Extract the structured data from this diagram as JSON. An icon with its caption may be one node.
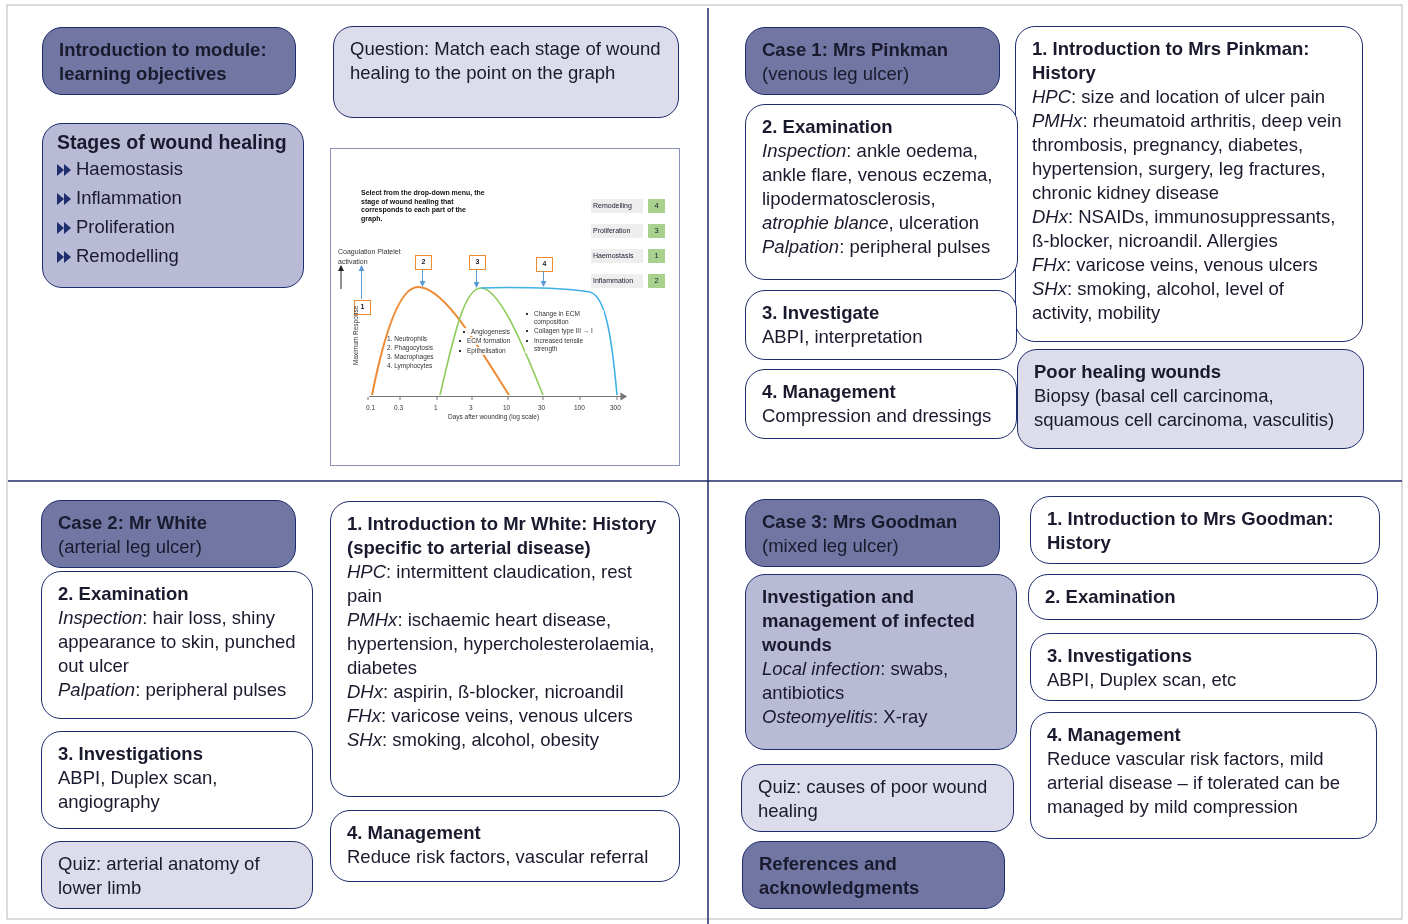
{
  "diagram": {
    "nodes": [
      {
        "text": [
          "Introduction to module: learning objectives"
        ]
      },
      {
        "text": [
          "Question: Match each stage of wound healing to the point on the graph"
        ]
      },
      {
        "text": [
          "Stages of wound healing",
          "Haemostasis",
          "Inflammation",
          "Proliferation",
          "Remodelling"
        ]
      },
      {
        "text": [
          "Select from the drop-down menu, the stage of wound healing that corresponds to each part of the graph."
        ]
      },
      {
        "text": [
          "Remodelling"
        ],
        "in": 3
      },
      {
        "text": [
          "4"
        ],
        "in": 3
      },
      {
        "text": [
          "Proliferation"
        ],
        "in": 3
      },
      {
        "text": [
          "3"
        ],
        "in": 3
      },
      {
        "text": [
          "Haemostasis"
        ],
        "in": 3
      },
      {
        "text": [
          "1"
        ],
        "in": 3
      },
      {
        "text": [
          "Inflammation"
        ],
        "in": 3
      },
      {
        "text": [
          "2"
        ],
        "in": 3
      },
      {
        "text": [
          "Coagulation Platelet activation"
        ],
        "in": 3
      },
      {
        "text": [
          "2"
        ],
        "in": 3
      },
      {
        "text": [
          "3"
        ],
        "in": 3
      },
      {
        "text": [
          "4"
        ],
        "in": 3
      },
      {
        "text": [
          "1"
        ],
        "in": 3
      },
      {
        "text": [
          "Case 1: Mrs Pinkman",
          "(venous leg ulcer)"
        ]
      },
      {
        "text": [
          "1. Introduction to Mrs Pinkman: History",
          "*HPC*: size and location of ulcer pain",
          "*PMHx*: rheumatoid arthritis, deep vein thrombosis, pregnancy, diabetes, hypertension, surgery, leg fractures, chronic kidney disease",
          "*DHx*: NSAIDs, immunosuppressants, ß-blocker, nicroandil. Allergies",
          "*FHx*: varicose veins, venous ulcers",
          "*SHx*: smoking, alcohol, level of activity, mobility"
        ]
      },
      {
        "text": [
          "2. Examination",
          "*Inspection*: ankle oedema, ankle flare, venous eczema, lipodermatosclerosis, *atrophie blance*, ulceration",
          "*Palpation*: peripheral pulses"
        ]
      },
      {
        "text": [
          "3. Investigate",
          "ABPI, interpretation"
        ]
      },
      {
        "text": [
          "4. Management",
          "Compression and dressings"
        ]
      },
      {
        "text": [
          "Poor healing wounds",
          "Biopsy (basal cell carcinoma, squamous cell carcinoma, vasculitis)"
        ]
      },
      {
        "text": [
          "Case 2: Mr White",
          "(arterial leg ulcer)"
        ]
      },
      {
        "text": [
          "1. Introduction to Mr White: History (specific to arterial disease)",
          "*HPC*: intermittent claudication, rest pain",
          "*PMHx*: ischaemic heart disease, hypertension, hypercholesterolaemia, diabetes",
          "*DHx*: aspirin, ß-blocker, nicroandil",
          "*FHx*: varicose veins, venous ulcers",
          "*SHx*: smoking, alcohol, obesity"
        ]
      },
      {
        "text": [
          "2. Examination",
          "*Inspection*: hair loss, shiny appearance to skin, punched out ulcer",
          "*Palpation*: peripheral pulses"
        ]
      },
      {
        "text": [
          "3. Investigations",
          "ABPI, Duplex scan, angiography"
        ]
      },
      {
        "text": [
          "4. Management",
          "Reduce risk factors, vascular referral"
        ]
      },
      {
        "text": [
          "Quiz: arterial anatomy of lower limb"
        ]
      },
      {
        "text": [
          "Case 3: Mrs Goodman",
          "(mixed leg ulcer)"
        ]
      },
      {
        "text": [
          "1. Introduction to Mrs Goodman: History"
        ]
      },
      {
        "text": [
          "Investigation and management of infected wounds",
          "*Local infection*: swabs, antibiotics",
          "*Osteomyelitis*: X-ray"
        ]
      },
      {
        "text": [
          "2. Examination"
        ]
      },
      {
        "text": [
          "3. Investigations",
          "ABPI, Duplex scan, etc"
        ]
      },
      {
        "text": [
          "Quiz: causes of poor wound healing"
        ]
      },
      {
        "text": [
          "4. Management",
          "Reduce vascular risk factors, mild arterial disease – if tolerated can be managed by mild compression"
        ]
      },
      {
        "text": [
          "References and acknowledgments"
        ]
      },
      {
        "text": [],
        "shape": "curve",
        "in": 3
      },
      {
        "text": [],
        "shape": "curve",
        "in": 3
      },
      {
        "text": [],
        "shape": "curve",
        "in": 3
      }
    ],
    "edges": [
      {
        "from": 16,
        "to": 12,
        "arrow": "to",
        "color": "#5b9bd5"
      },
      {
        "from": null,
        "to": 12,
        "arrow": "to",
        "color": "#222222"
      },
      {
        "from": 13,
        "to": 37,
        "arrow": "to"
      },
      {
        "from": 14,
        "to": 38,
        "arrow": "to"
      },
      {
        "from": 15,
        "to": 39,
        "arrow": "to"
      }
    ],
    "labels": [
      "Maximum Response",
      "1. Neutrophils",
      "2. Phagocytosis",
      "3. Macrophages",
      "4. Lymphocytes",
      "Angiogenesis",
      "ECM formation",
      "Epithelisation",
      "Change in ECM composition",
      "Collagen type III → I",
      "Increased tensile strength",
      "0.1",
      "0.3",
      "1",
      "3",
      "10",
      "30",
      "100",
      "300",
      "Days after wounding (log scale)"
    ]
  }
}
